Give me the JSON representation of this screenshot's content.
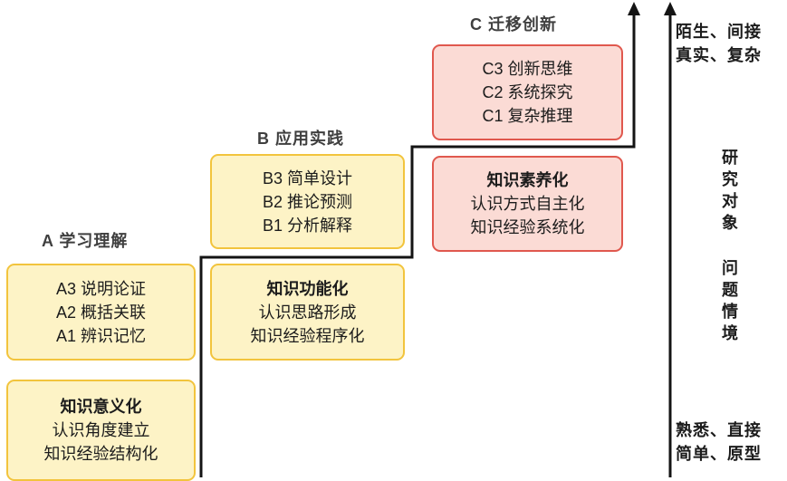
{
  "diagram": {
    "levels": [
      {
        "id": "A",
        "title": "A 学习理解",
        "skills_box": {
          "lines": [
            "A3 说明论证",
            "A2 概括关联",
            "A1 辨识记忆"
          ]
        },
        "knowledge_box": {
          "heading": "知识意义化",
          "lines": [
            "认识角度建立",
            "知识经验结构化"
          ]
        }
      },
      {
        "id": "B",
        "title": "B 应用实践",
        "skills_box": {
          "lines": [
            "B3 简单设计",
            "B2 推论预测",
            "B1 分析解释"
          ]
        },
        "knowledge_box": {
          "heading": "知识功能化",
          "lines": [
            "认识思路形成",
            "知识经验程序化"
          ]
        }
      },
      {
        "id": "C",
        "title": "C 迁移创新",
        "skills_box": {
          "lines": [
            "C3 创新思维",
            "C2 系统探究",
            "C1 复杂推理"
          ]
        },
        "knowledge_box": {
          "heading": "知识素养化",
          "lines": [
            "认识方式自主化",
            "知识经验系统化"
          ]
        }
      }
    ],
    "axis": {
      "top_labels": [
        "陌生、间接",
        "真实、复杂"
      ],
      "mid_labels": [
        "研究对象",
        "问题情境"
      ],
      "bottom_labels": [
        "熟悉、直接",
        "简单、原型"
      ]
    }
  },
  "colors": {
    "yellow-fill": "#FDF3C6",
    "yellow-border": "#F2C43D",
    "pink-fill": "#FBDBD5",
    "pink-border": "#E0584E",
    "line": "#141414",
    "text": "#1c1c1c",
    "title": "#3f3f3f"
  }
}
